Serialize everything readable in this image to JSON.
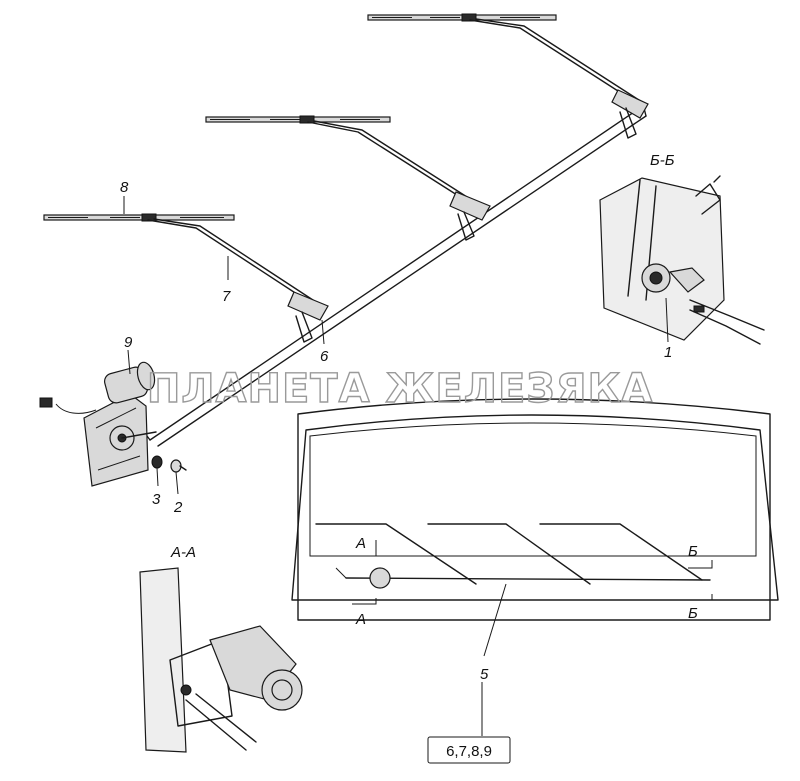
{
  "watermark": "ПЛАНЕТА ЖЕЛЕЗЯКА",
  "labels": {
    "n1": "1",
    "n2": "2",
    "n3": "3",
    "n5": "5",
    "n6": "6",
    "n7": "7",
    "n8": "8",
    "n9": "9",
    "section_aa": "А-А",
    "section_bb": "Б-Б",
    "cut_a_top": "А",
    "cut_a_bottom": "А",
    "cut_b_top": "Б",
    "cut_b_bottom": "Б",
    "kit_box": "6,7,8,9"
  }
}
